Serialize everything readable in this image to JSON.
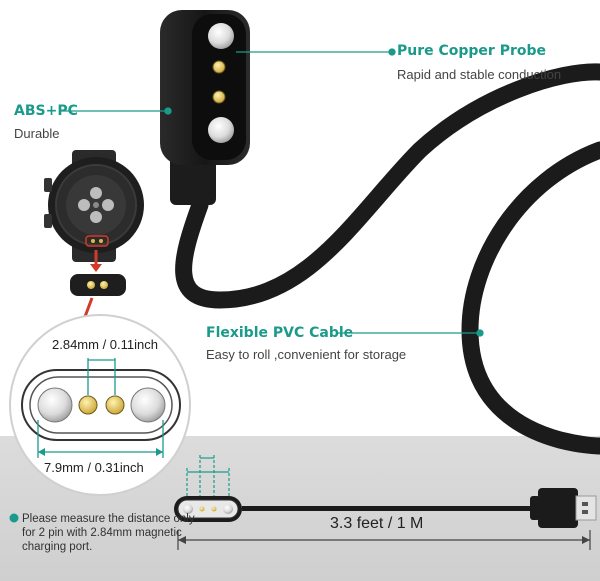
{
  "features": {
    "probe": {
      "title": "Pure Copper Probe",
      "subtitle": "Rapid and stable conduction"
    },
    "housing": {
      "title": "ABS+PC",
      "subtitle": "Durable"
    },
    "cable": {
      "title": "Flexible PVC Cable",
      "subtitle": "Easy to roll ,convenient for storage"
    }
  },
  "dimensions": {
    "pin_spacing": "2.84mm / 0.11inch",
    "connector_width": "7.9mm / 0.31inch",
    "cable_length": "3.3 feet / 1 M"
  },
  "note": {
    "text": "Please measure the distance only for 2 pin with 2.84mm magnetic charging port."
  },
  "colors": {
    "accent": "#1a9a8a",
    "cable": "#1b1b1b",
    "pin_gold": "#d8b84a",
    "bottom_panel": "#d4d4d4"
  }
}
